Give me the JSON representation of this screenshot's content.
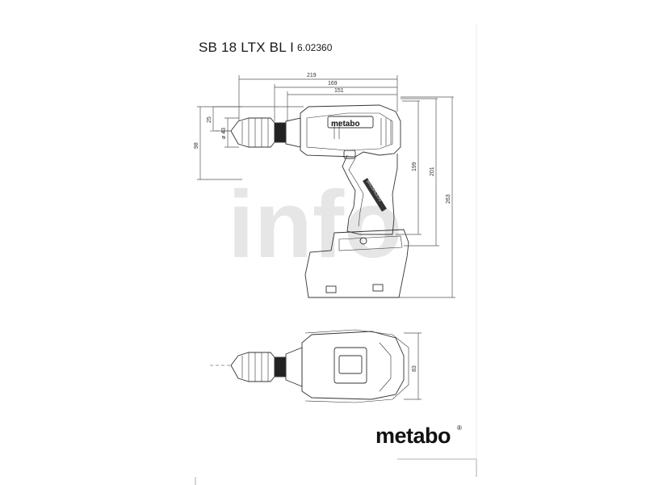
{
  "header": {
    "model": "SB 18 LTX BL I",
    "article_number": "6.02360"
  },
  "dimensions": {
    "length_total": "219",
    "length_mid": "169",
    "length_short": "151",
    "chuck_offset": "25",
    "chuck_diameter": "ø 43",
    "side_height": "98",
    "height_body": "199",
    "height_with_small_pack": "201",
    "height_with_large_pack": "263",
    "top_view_width": "83"
  },
  "tool_labels": {
    "brand_small": "metabo",
    "handle_badge": "BRUSHLESS"
  },
  "watermark": "info",
  "footer": {
    "brand": "metabo",
    "registered": "®"
  },
  "colors": {
    "line": "#333333",
    "dim_line": "#555555",
    "watermark": "#e6e6e6",
    "background": "#ffffff"
  }
}
